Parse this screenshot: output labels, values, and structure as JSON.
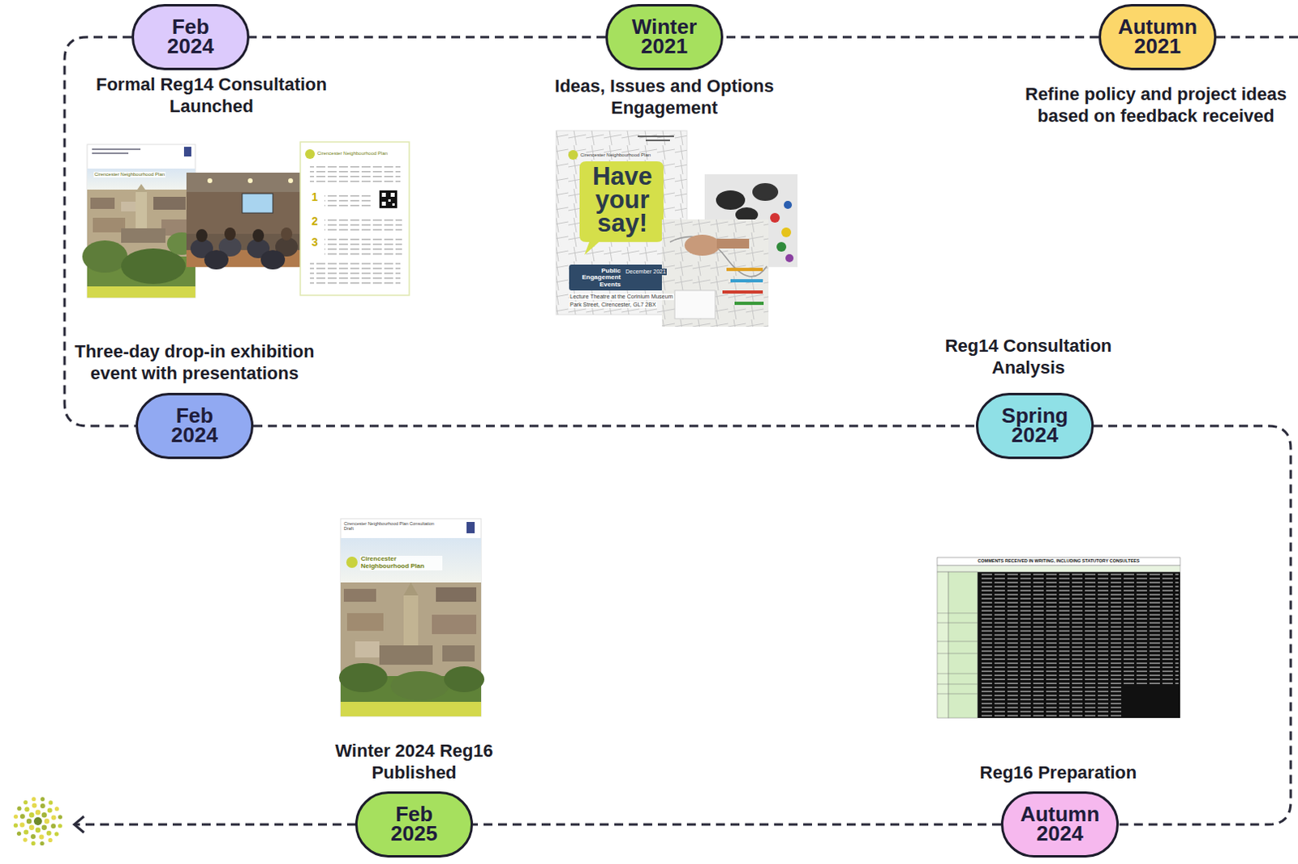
{
  "diagram": {
    "nodes": [
      {
        "text": [
          "Autumn 2021",
          "Refine policy and project ideas based on feedback received"
        ]
      },
      {
        "text": [
          "Winter 2021",
          "Ideas, Issues and Options Engagement"
        ]
      },
      {
        "text": [
          "Feb 2024",
          "Formal Reg14 Consultation Launched"
        ]
      },
      {
        "text": [
          "Feb 2024",
          "Three-day drop-in exhibition event with presentations"
        ]
      },
      {
        "text": [
          "Spring 2024",
          "Reg14 Consultation Analysis"
        ]
      },
      {
        "text": [
          "Autumn 2024",
          "Reg16 Preparation"
        ]
      },
      {
        "text": [
          "Feb 2025",
          "Winter 2024 Reg16 Published"
        ]
      }
    ],
    "edges": [
      {
        "from": 0,
        "to": 1,
        "arrow": "none"
      },
      {
        "from": 1,
        "to": 2,
        "arrow": "none"
      },
      {
        "from": 2,
        "to": 3,
        "arrow": "none"
      },
      {
        "from": 3,
        "to": 4,
        "arrow": "none"
      },
      {
        "from": 4,
        "to": 5,
        "arrow": "none"
      },
      {
        "from": 5,
        "to": 6,
        "arrow": "none"
      }
    ],
    "labels": [
      "Cirencester Neighbourhood Plan",
      "Cirencester Neighbourhood Plan",
      "1",
      "2",
      "3",
      "Cirencester Neighbourhood Plan",
      "Have your say!",
      "Public Engagement Events",
      "December 2021",
      "Lecture Theatre at the Corinium Museum",
      "Park Street, Cirencester, GL7 2BX",
      "Cirencester Neighbourhood Plan Consultation Draft",
      "Cirencester Neighbourhood Plan",
      "COMMENTS RECEIVED IN WRITING, INCLUDING STATUTORY CONSULTEES"
    ]
  }
}
